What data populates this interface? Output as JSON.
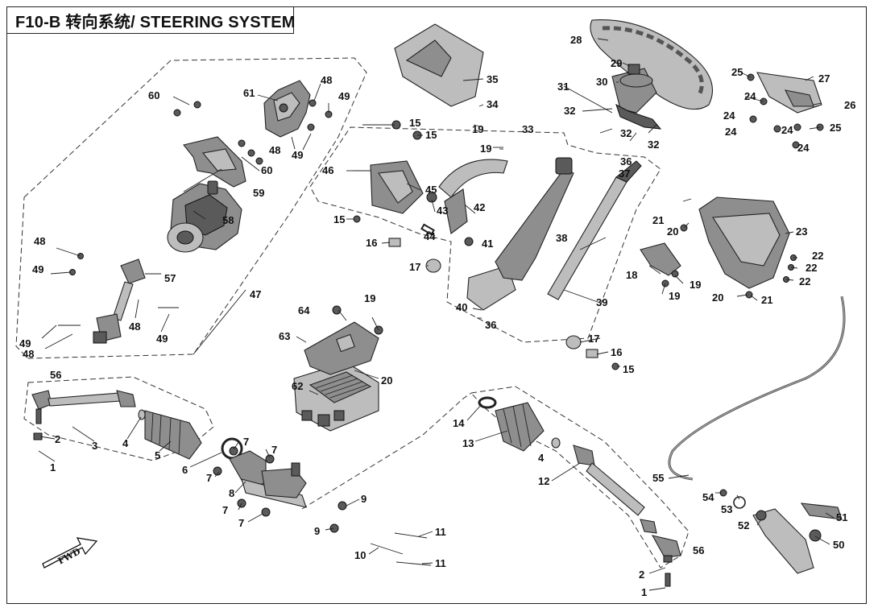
{
  "title": "F10-B 转向系统/ STEERING SYSTEM",
  "fwd_label": "FWD",
  "callouts": {
    "c1a": "1",
    "c1b": "1",
    "c2a": "2",
    "c2b": "2",
    "c3": "3",
    "c4a": "4",
    "c4b": "4",
    "c5": "5",
    "c6": "6",
    "c7a": "7",
    "c7b": "7",
    "c7c": "7",
    "c7d": "7",
    "c7e": "7",
    "c8": "8",
    "c9a": "9",
    "c9b": "9",
    "c10": "10",
    "c11a": "11",
    "c11b": "11",
    "c12": "12",
    "c13": "13",
    "c14": "14",
    "c15a": "15",
    "c15b": "15",
    "c15c": "15",
    "c15d": "15",
    "c16a": "16",
    "c16b": "16",
    "c17a": "17",
    "c17b": "17",
    "c18": "18",
    "c19a": "19",
    "c19b": "19",
    "c19c": "19",
    "c19d": "19",
    "c19e": "19",
    "c20a": "20",
    "c20b": "20",
    "c20c": "20",
    "c21a": "21",
    "c21b": "21",
    "c22a": "22",
    "c22b": "22",
    "c22c": "22",
    "c23": "23",
    "c24a": "24",
    "c24b": "24",
    "c24c": "24",
    "c24d": "24",
    "c24e": "24",
    "c25a": "25",
    "c25b": "25",
    "c26": "26",
    "c27": "27",
    "c28": "28",
    "c29": "29",
    "c30": "30",
    "c31": "31",
    "c32a": "32",
    "c32b": "32",
    "c32c": "32",
    "c33": "33",
    "c34": "34",
    "c35": "35",
    "c36a": "36",
    "c36b": "36",
    "c37": "37",
    "c38": "38",
    "c39": "39",
    "c40": "40",
    "c41": "41",
    "c42": "42",
    "c43": "43",
    "c44": "44",
    "c45": "45",
    "c46": "46",
    "c47": "47",
    "c48a": "48",
    "c48b": "48",
    "c48c": "48",
    "c48d": "48",
    "c48e": "48",
    "c49a": "49",
    "c49b": "49",
    "c49c": "49",
    "c49d": "49",
    "c49e": "49",
    "c50": "50",
    "c51": "51",
    "c52": "52",
    "c53": "53",
    "c54": "54",
    "c55": "55",
    "c56a": "56",
    "c56b": "56",
    "c57": "57",
    "c58": "58",
    "c59": "59",
    "c60a": "60",
    "c60b": "60",
    "c61": "61",
    "c62": "62",
    "c63": "63",
    "c64": "64"
  }
}
